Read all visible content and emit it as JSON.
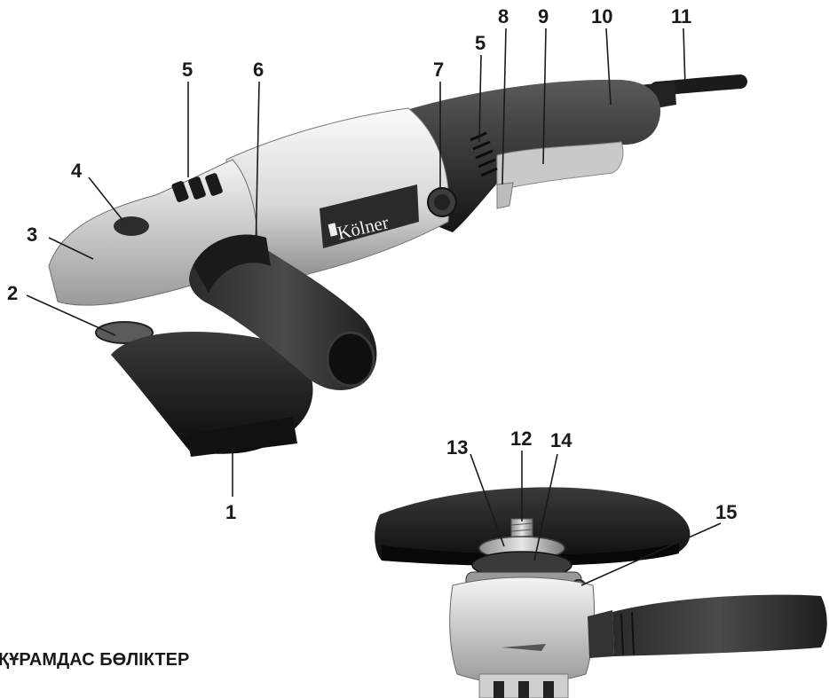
{
  "brand": {
    "logo_text": "Kölner"
  },
  "section_heading": "ҚҰРАМДАС БӨЛІКТЕР",
  "labels": {
    "l1": "1",
    "l2": "2",
    "l3": "3",
    "l4": "4",
    "l5a": "5",
    "l5b": "5",
    "l6": "6",
    "l7": "7",
    "l8": "8",
    "l9": "9",
    "l10": "10",
    "l11": "11",
    "l12": "12",
    "l13": "13",
    "l14": "14",
    "l15": "15"
  }
}
